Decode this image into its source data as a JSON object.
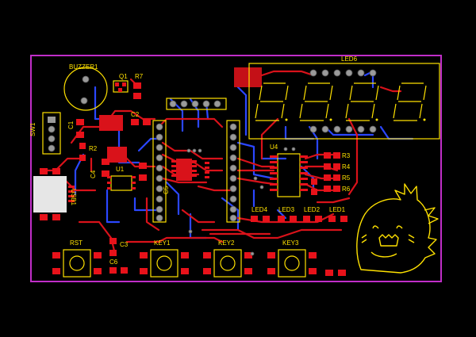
{
  "board": {
    "outline_color": "#c02ec8",
    "silk_color": "#ffe100",
    "top_copper_color": "#d9121a",
    "bottom_copper_color": "#2b47ff",
    "pad_color": "#e8121a"
  },
  "labels": {
    "buzzer": "BUZZER1",
    "q1": "Q1",
    "r7": "R7",
    "sw1": "SW1",
    "c1": "C1",
    "c2": "C2",
    "r2": "R2",
    "c4": "C4",
    "led6": "LED6",
    "u4": "U4",
    "u1": "U1",
    "usb1": "USB1",
    "r3": "R3",
    "r4": "R4",
    "r5": "R5",
    "r6": "R6",
    "led4": "LED4",
    "led3": "LED3",
    "led2": "LED2",
    "led1": "LED1",
    "rst": "RST",
    "key1": "KEY1",
    "key2": "KEY2",
    "key3": "KEY3",
    "c5": "C5",
    "c6": "C6",
    "c3": "C3"
  },
  "display": {
    "digits": [
      "8.",
      "8.",
      "8.",
      "8."
    ]
  },
  "icons": {
    "mascot": "dinosaur-mascot-icon"
  }
}
